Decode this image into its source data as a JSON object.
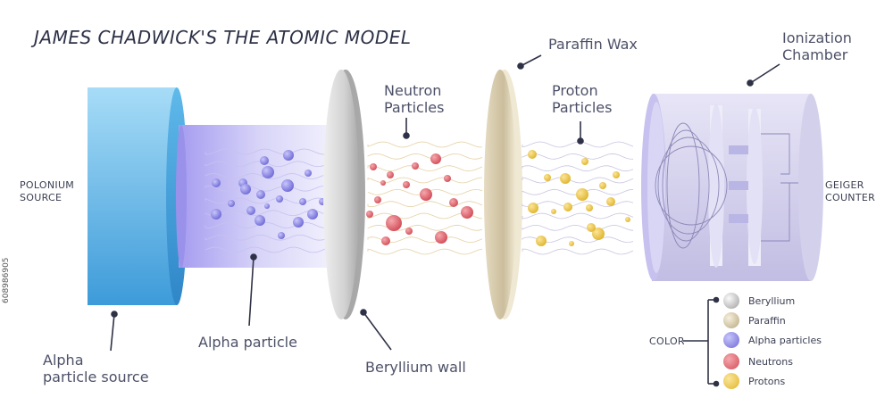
{
  "title": "JAMES CHADWICK'S THE ATOMIC MODEL",
  "labels": {
    "polonium_line1": "POLONIUM",
    "polonium_line2": "SOURCE",
    "geiger_line1": "GEIGER",
    "geiger_line2": "COUNTER",
    "alpha_source_line1": "Alpha",
    "alpha_source_line2": "particle source",
    "alpha_particle": "Alpha particle",
    "beryllium_wall": "Beryllium wall",
    "neutron_line1": "Neutron",
    "neutron_line2": "Particles",
    "paraffin_wax": "Paraffin Wax",
    "proton_line1": "Proton",
    "proton_line2": "Particles",
    "ionization_line1": "Ionization",
    "ionization_line2": "Chamber"
  },
  "legend": {
    "heading": "COLOR",
    "items": [
      {
        "label": "Beryllium",
        "color": "#c9c9c9"
      },
      {
        "label": "Paraffin",
        "color": "#cfc2a4"
      },
      {
        "label": "Alpha particles",
        "color": "#8a86e6"
      },
      {
        "label": "Neutrons",
        "color": "#e06a72"
      },
      {
        "label": "Protons",
        "color": "#e9c84a"
      }
    ]
  },
  "colors": {
    "source_blue": "#5fb6ea",
    "alpha": "#8a86e6",
    "neutron": "#e06a72",
    "proton": "#e9c84a",
    "chamber": "#d8d6ee"
  },
  "stock_id": "608986905"
}
